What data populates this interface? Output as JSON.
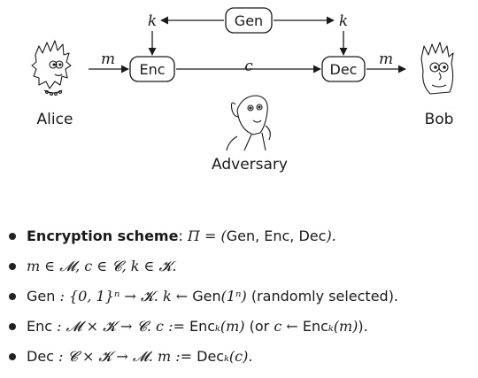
{
  "diagram": {
    "gen": "Gen",
    "enc": "Enc",
    "dec": "Dec",
    "key_left": "k",
    "key_right": "k",
    "msg_in": "m",
    "msg_out": "m",
    "ciphertext": "c",
    "alice": "Alice",
    "bob": "Bob",
    "adversary": "Adversary"
  },
  "bullets": [
    {
      "parts": [
        {
          "t": "Encryption scheme",
          "s": "bold"
        },
        {
          "t": ": ",
          "s": "r"
        },
        {
          "t": "Π = (",
          "s": "m"
        },
        {
          "t": "Gen, Enc, Dec",
          "s": "r"
        },
        {
          "t": ").",
          "s": "m"
        }
      ]
    },
    {
      "parts": [
        {
          "t": "m ∈ 𝓜,  c ∈ 𝓒,  k ∈ 𝓚.",
          "s": "m"
        }
      ]
    },
    {
      "parts": [
        {
          "t": "Gen",
          "s": "r"
        },
        {
          "t": " : {0, 1}ⁿ → 𝓚.    k ← ",
          "s": "m"
        },
        {
          "t": "Gen",
          "s": "r"
        },
        {
          "t": "(1ⁿ)",
          "s": "m"
        },
        {
          "t": " (randomly selected).",
          "s": "r"
        }
      ]
    },
    {
      "parts": [
        {
          "t": "Enc",
          "s": "r"
        },
        {
          "t": " : 𝓜 × 𝓚 → 𝓒.    c := ",
          "s": "m"
        },
        {
          "t": "Enc",
          "s": "r"
        },
        {
          "t": "ₖ(m)",
          "s": "m"
        },
        {
          "t": " (or ",
          "s": "r"
        },
        {
          "t": "c ← ",
          "s": "m"
        },
        {
          "t": "Enc",
          "s": "r"
        },
        {
          "t": "ₖ(m)",
          "s": "m"
        },
        {
          "t": ").",
          "s": "r"
        }
      ]
    },
    {
      "parts": [
        {
          "t": "Dec",
          "s": "r"
        },
        {
          "t": " : 𝓒 × 𝓚 → 𝓜.    m := ",
          "s": "m"
        },
        {
          "t": "Dec",
          "s": "r"
        },
        {
          "t": "ₖ(c).",
          "s": "m"
        }
      ]
    }
  ]
}
